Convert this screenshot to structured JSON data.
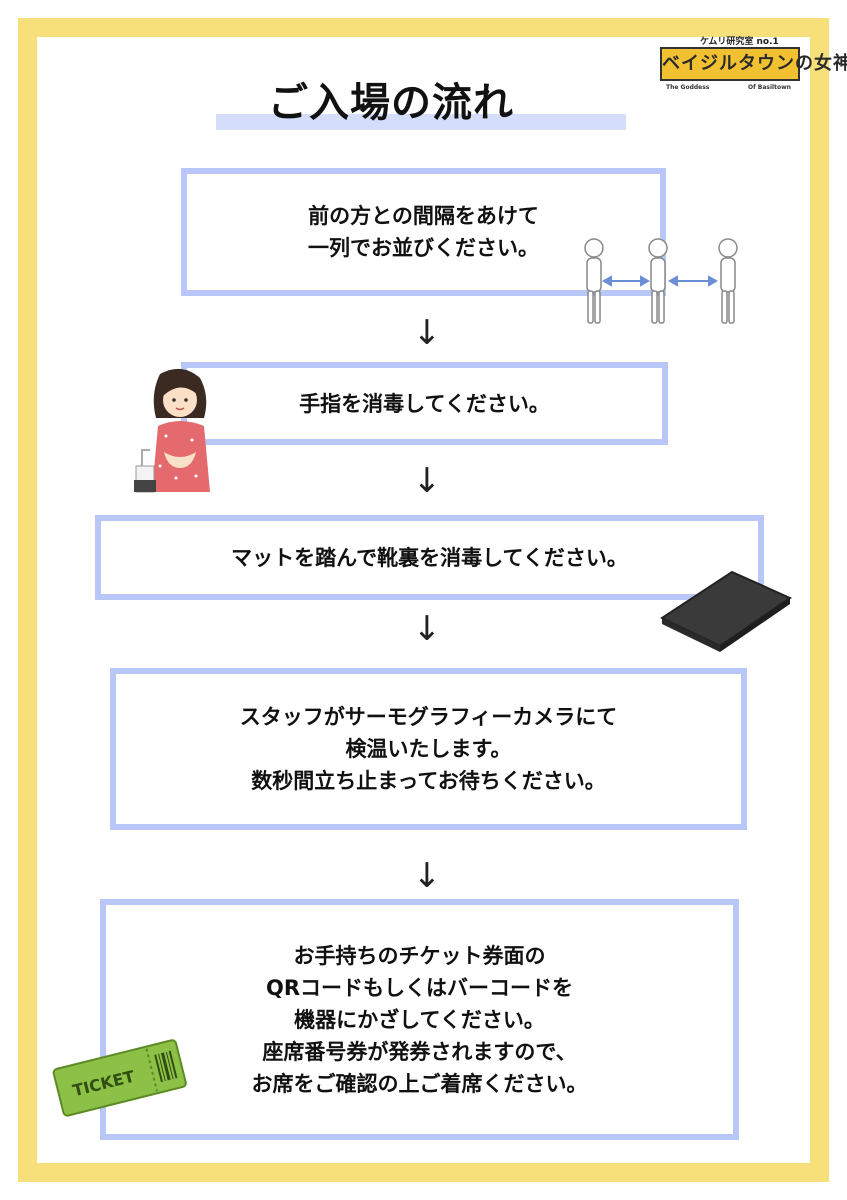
{
  "header": {
    "title": "ご入場の流れ"
  },
  "logo": {
    "top_text": "ケムリ研究室 no.1",
    "main_text": "ベイジルタウンの女神",
    "sub_left": "The Goddess",
    "sub_right": "Of Basiltown"
  },
  "steps": [
    {
      "lines": [
        "前の方との間隔をあけて",
        "一列でお並びください。"
      ]
    },
    {
      "lines": [
        "手指を消毒してください。"
      ]
    },
    {
      "lines": [
        "マットを踏んで靴裏を消毒してください。"
      ]
    },
    {
      "lines": [
        "スタッフがサーモグラフィーカメラにて",
        "検温いたします。",
        "数秒間立ち止まってお待ちください。"
      ]
    },
    {
      "lines": [
        "お手持ちのチケット券面の",
        "QRコードもしくはバーコードを",
        "機器にかざしてください。",
        "座席番号券が発券されますので、",
        "お席をご確認の上ご着席ください。"
      ]
    }
  ],
  "arrow_glyph": "↓",
  "ticket": {
    "label": "TICKET"
  },
  "colors": {
    "frame": "#f7e07a",
    "box_border": "#b8c7f8",
    "title_bar": "#d4defa",
    "logo": "#f2c132"
  }
}
